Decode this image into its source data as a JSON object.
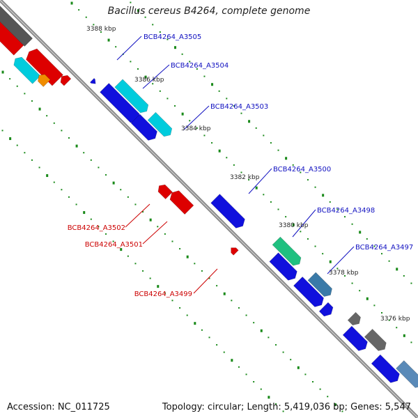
{
  "title": "Bacillus cereus B4264, complete genome",
  "accession": "Accession: NC_011725",
  "info": "Topology: circular; Length: 5,419,036 bp; Genes: 5,547",
  "colors": {
    "forward_label": "#1010c0",
    "reverse_label": "#cc0000",
    "tick": "#1a8a1a",
    "backbone": "#8a8a8a"
  },
  "ticks": [
    {
      "label": "3388 kbp"
    },
    {
      "label": "3386 kbp"
    },
    {
      "label": "3384 kbp"
    },
    {
      "label": "3382 kbp"
    },
    {
      "label": "3380 kbp"
    },
    {
      "label": "3378 kbp"
    },
    {
      "label": "3376 kbp"
    }
  ],
  "gene_labels": [
    {
      "text": "BCB4264_A3505",
      "strand": "forward"
    },
    {
      "text": "BCB4264_A3504",
      "strand": "forward"
    },
    {
      "text": "BCB4264_A3503",
      "strand": "forward"
    },
    {
      "text": "BCB4264_A3500",
      "strand": "forward"
    },
    {
      "text": "BCB4264_A3498",
      "strand": "forward"
    },
    {
      "text": "BCB4264_A3497",
      "strand": "forward"
    },
    {
      "text": "BCB4264_A3502",
      "strand": "reverse"
    },
    {
      "text": "BCB4264_A3501",
      "strand": "reverse"
    },
    {
      "text": "BCB4264_A3499",
      "strand": "reverse"
    }
  ]
}
